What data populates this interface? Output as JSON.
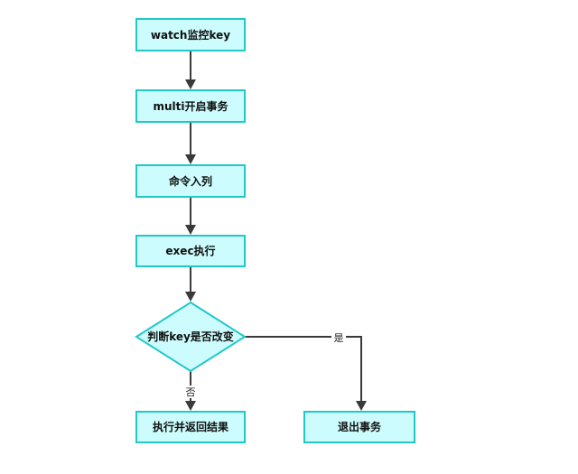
{
  "colors": {
    "node_fill": "#ccfcfd",
    "node_border": "#21c8c8",
    "arrow": "#3a3a3a"
  },
  "nodes": {
    "watch": {
      "label": "watch监控key",
      "shape": "rectangle"
    },
    "multi": {
      "label": "multi开启事务",
      "shape": "rectangle"
    },
    "queue": {
      "label": "命令入列",
      "shape": "rectangle"
    },
    "exec": {
      "label": "exec执行",
      "shape": "rectangle"
    },
    "decision": {
      "label": "判断key是否改变",
      "shape": "diamond"
    },
    "return_result": {
      "label": "执行并返回结果",
      "shape": "rectangle"
    },
    "exit": {
      "label": "退出事务",
      "shape": "rectangle"
    }
  },
  "edges": [
    {
      "from": "watch",
      "to": "multi",
      "label": ""
    },
    {
      "from": "multi",
      "to": "queue",
      "label": ""
    },
    {
      "from": "queue",
      "to": "exec",
      "label": ""
    },
    {
      "from": "exec",
      "to": "decision",
      "label": ""
    },
    {
      "from": "decision",
      "to": "return_result",
      "label": "否"
    },
    {
      "from": "decision",
      "to": "exit",
      "label": "是"
    }
  ]
}
